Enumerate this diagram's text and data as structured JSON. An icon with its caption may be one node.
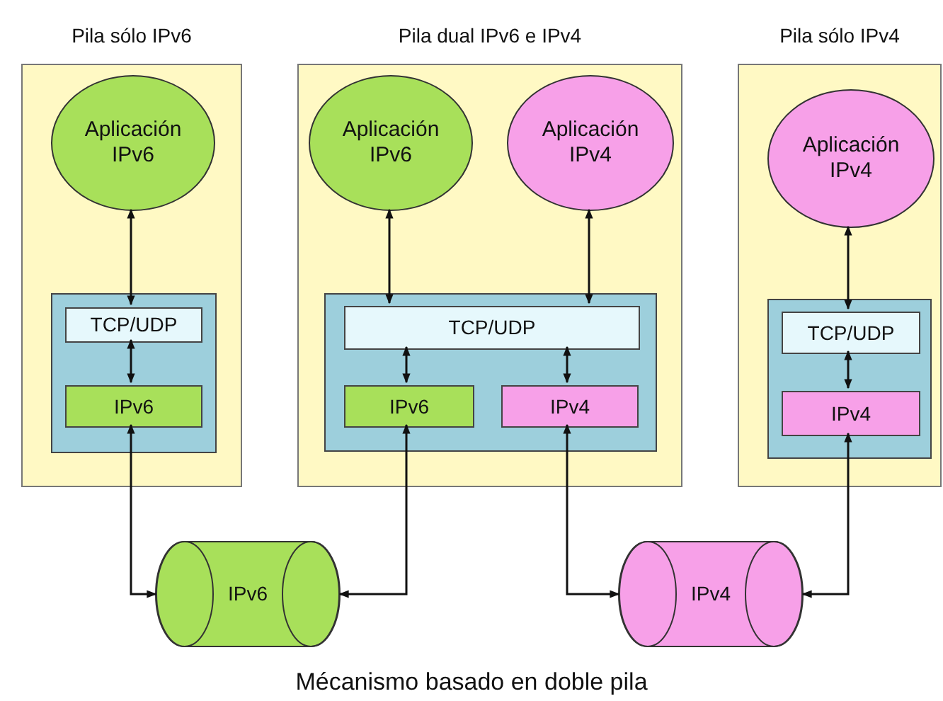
{
  "diagram": {
    "caption": "Mécanismo basado en doble pila",
    "nodes": [
      {
        "text": [
          "Pila sólo IPv6"
        ]
      },
      {
        "text": [
          "Aplicación IPv6"
        ],
        "in": 0
      },
      {
        "text": [],
        "shape": "box",
        "in": 0
      },
      {
        "text": [
          "TCP/UDP"
        ],
        "in": 2
      },
      {
        "text": [
          "IPv6"
        ],
        "in": 2
      },
      {
        "text": [
          "Pila dual IPv6 e IPv4"
        ]
      },
      {
        "text": [
          "Aplicación IPv6"
        ],
        "in": 5
      },
      {
        "text": [
          "Aplicación IPv4"
        ],
        "in": 5
      },
      {
        "text": [],
        "shape": "box",
        "in": 5
      },
      {
        "text": [
          "TCP/UDP"
        ],
        "in": 8
      },
      {
        "text": [
          "IPv6"
        ],
        "in": 8
      },
      {
        "text": [
          "IPv4"
        ],
        "in": 8
      },
      {
        "text": [
          "Pila sólo IPv4"
        ]
      },
      {
        "text": [
          "Aplicación IPv4"
        ],
        "in": 12
      },
      {
        "text": [],
        "shape": "box",
        "in": 12
      },
      {
        "text": [
          "TCP/UDP"
        ],
        "in": 14
      },
      {
        "text": [
          "IPv4"
        ],
        "in": 14
      },
      {
        "text": [
          "IPv6"
        ]
      },
      {
        "text": [
          "IPv4"
        ]
      }
    ],
    "edges": [
      {
        "from": 1,
        "to": 3,
        "arrow": "both"
      },
      {
        "from": 3,
        "to": 4,
        "arrow": "both"
      },
      {
        "from": 4,
        "to": 17,
        "arrow": "both"
      },
      {
        "from": 6,
        "to": 9,
        "arrow": "both"
      },
      {
        "from": 7,
        "to": 9,
        "arrow": "both"
      },
      {
        "from": 9,
        "to": 10,
        "arrow": "both"
      },
      {
        "from": 9,
        "to": 11,
        "arrow": "both"
      },
      {
        "from": 10,
        "to": 17,
        "arrow": "both"
      },
      {
        "from": 11,
        "to": 18,
        "arrow": "both"
      },
      {
        "from": 13,
        "to": 15,
        "arrow": "both"
      },
      {
        "from": 15,
        "to": 16,
        "arrow": "both"
      },
      {
        "from": 16,
        "to": 18,
        "arrow": "both"
      }
    ]
  }
}
